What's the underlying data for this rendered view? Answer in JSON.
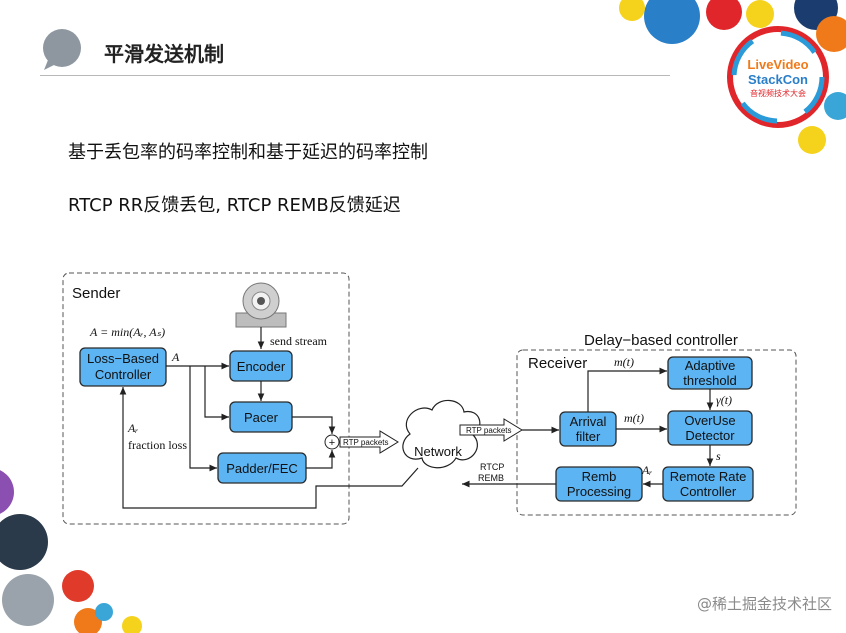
{
  "slide": {
    "title": "平滑发送机制",
    "line1": "基于丢包率的码率控制和基于延迟的码率控制",
    "line2": "RTCP RR反馈丢包, RTCP REMB反馈延迟"
  },
  "logo": {
    "line1": "LiveVideo",
    "line2": "StackCon",
    "line3": "音视频技术大会"
  },
  "watermark": "@稀土掘金技术社区",
  "colors": {
    "block_fill": "#5cb4f2",
    "deco_blue": "#2a7fc9",
    "deco_orange": "#f07a1a",
    "deco_yellow": "#f5d21c",
    "deco_red": "#e0262a",
    "deco_gray": "#9aa3ab"
  },
  "diagram": {
    "sender_label": "Sender",
    "delay_controller_label": "Delay−based controller",
    "receiver_label": "Receiver",
    "formula": "A = min(Aᵣ, Aₛ)",
    "blocks": {
      "loss_based_line1": "Loss−Based",
      "loss_based_line2": "Controller",
      "encoder": "Encoder",
      "pacer": "Pacer",
      "padder": "Padder/FEC",
      "arrival_line1": "Arrival",
      "arrival_line2": "filter",
      "adaptive_line1": "Adaptive",
      "adaptive_line2": "threshold",
      "overuse_line1": "OverUse",
      "overuse_line2": "Detector",
      "remb_line1": "Remb",
      "remb_line2": "Processing",
      "remote_line1": "Remote Rate",
      "remote_line2": "Controller"
    },
    "labels": {
      "send_stream": "send stream",
      "a": "A",
      "ar": "Aᵣ",
      "fraction_loss": "fraction loss",
      "rtp_packets_left": "RTP packets",
      "rtp_packets_right": "RTP packets",
      "network": "Network",
      "rtcp": "RTCP",
      "remb": "REMB",
      "mt_top": "m(t)",
      "mt_mid": "m(t)",
      "gamma": "γ(t)",
      "s": "s",
      "ar_right": "Aᵣ",
      "plus": "+"
    }
  }
}
